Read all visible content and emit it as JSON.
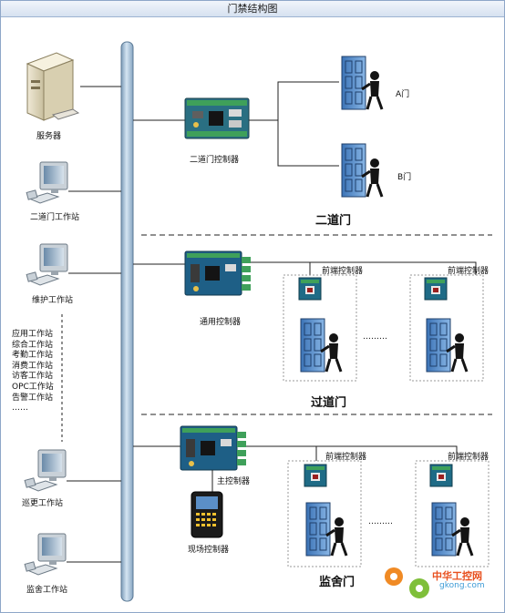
{
  "title": "门禁结构图",
  "left_column": {
    "server": "服务器",
    "ws_second": "二道门工作站",
    "ws_maint": "维护工作站",
    "workstations": [
      "应用工作站",
      "综合工作站",
      "考勤工作站",
      "消费工作站",
      "访客工作站",
      "OPC工作站",
      "告警工作站",
      "……"
    ],
    "ws_patrol": "巡更工作站",
    "ws_monitor": "监舍工作站"
  },
  "section1": {
    "controller": "二道门控制器",
    "door_a": "A门",
    "door_b": "B门",
    "name": "二道门"
  },
  "section2": {
    "controller": "通用控制器",
    "front_left": "前端控制器",
    "front_right": "前端控制器",
    "ellipsis": "………",
    "name": "过道门"
  },
  "section3": {
    "main_controller": "主控制器",
    "field_controller": "现场控制器",
    "front_left": "前端控制器",
    "front_right": "前端控制器",
    "ellipsis": "………",
    "name": "监舍门"
  },
  "watermark": {
    "text": "中华工控网",
    "url": "gkong.com"
  },
  "colors": {
    "bus": "#a9c3da",
    "board": "#2a6f82",
    "door": "#4f86c4",
    "title_bar": "#d6e1f0"
  }
}
